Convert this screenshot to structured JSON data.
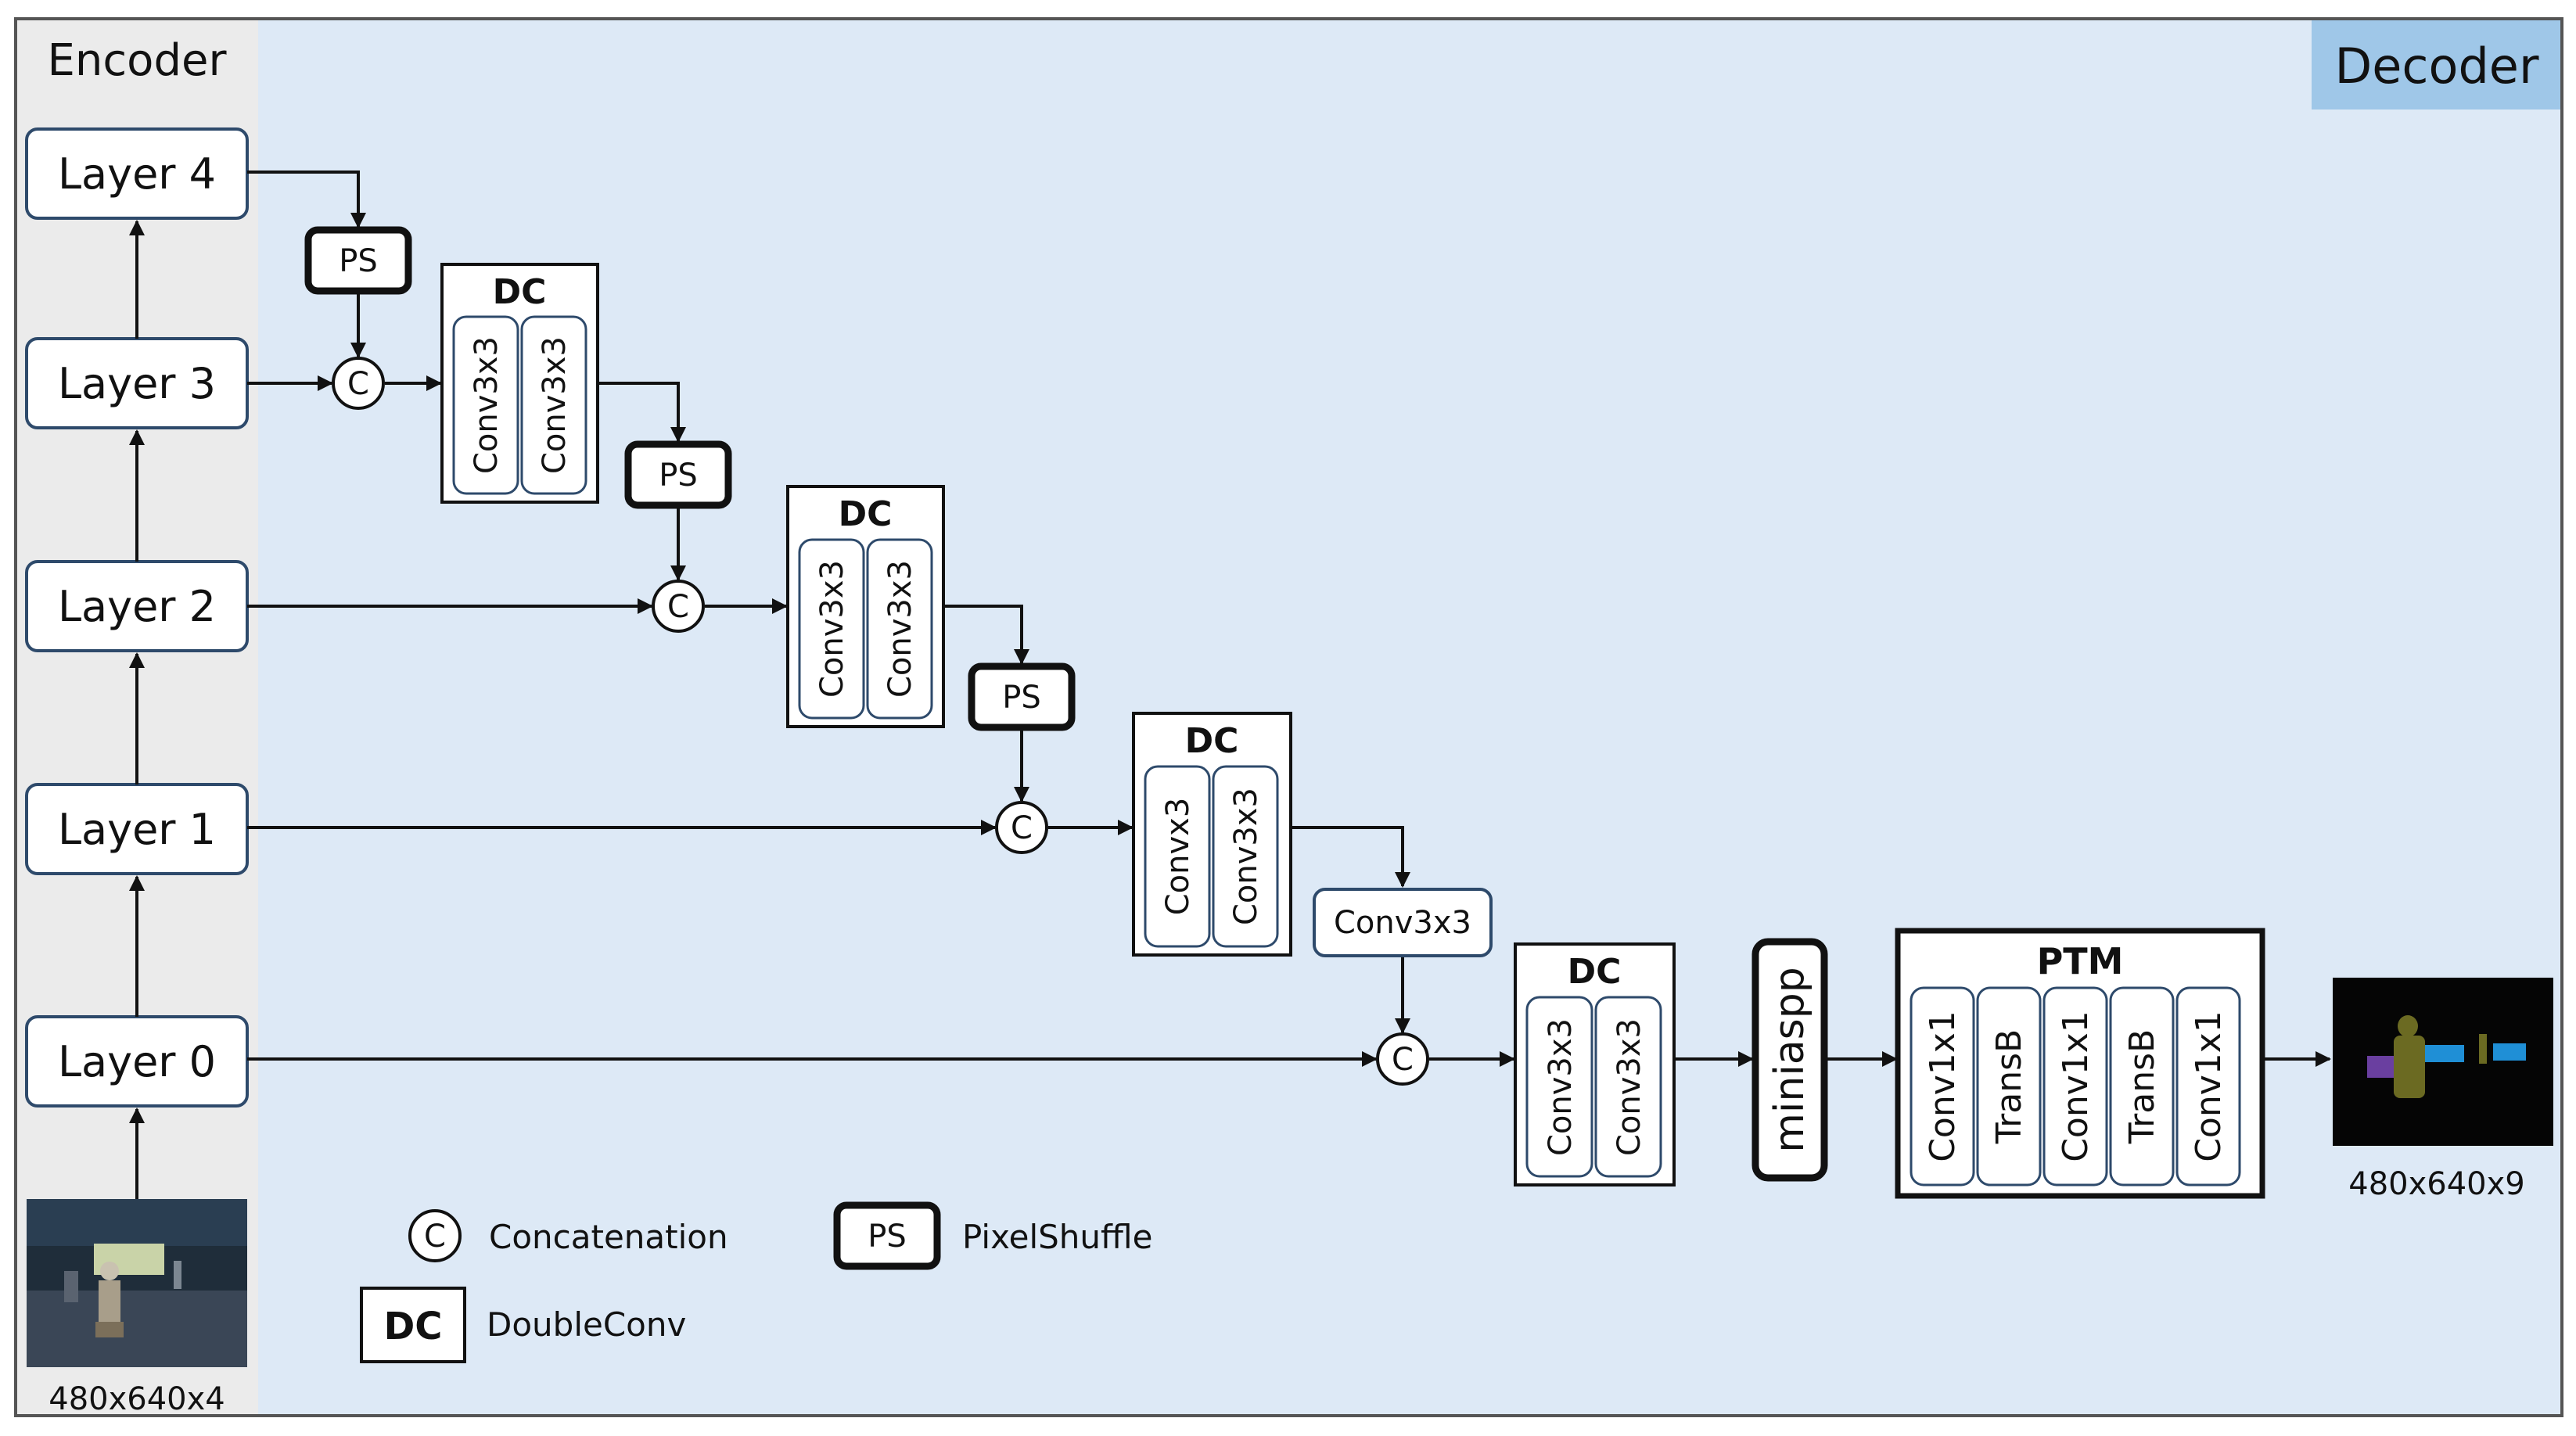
{
  "sections": {
    "encoder": "Encoder",
    "decoder": "Decoder"
  },
  "encoder_layers": [
    "Layer 4",
    "Layer 3",
    "Layer 2",
    "Layer 1",
    "Layer 0"
  ],
  "input": {
    "size_label": "480x640x4"
  },
  "output": {
    "size_label": "480x640x9"
  },
  "decoder": {
    "ps_label": "PS",
    "concat_symbol": "C",
    "dc_blocks": [
      {
        "title": "DC",
        "convs": [
          "Conv3x3",
          "Conv3x3"
        ]
      },
      {
        "title": "DC",
        "convs": [
          "Conv3x3",
          "Conv3x3"
        ]
      },
      {
        "title": "DC",
        "convs": [
          "Convx3",
          "Conv3x3"
        ]
      },
      {
        "title": "DC",
        "convs": [
          "Conv3x3",
          "Conv3x3"
        ]
      }
    ],
    "extra_conv": "Conv3x3",
    "miniaspp": "miniaspp",
    "ptm": {
      "title": "PTM",
      "items": [
        "Conv1x1",
        "TransB",
        "Conv1x1",
        "TransB",
        "Conv1x1"
      ]
    }
  },
  "legend": {
    "concat_symbol": "C",
    "concat_label": "Concatenation",
    "ps_symbol": "PS",
    "ps_label": "PixelShuffle",
    "dc_symbol": "DC",
    "dc_label": "DoubleConv"
  },
  "colors": {
    "decoder_background": "#dde9f6",
    "encoder_background": "#ebebeb",
    "decoder_tag": "#9fc7e8"
  }
}
